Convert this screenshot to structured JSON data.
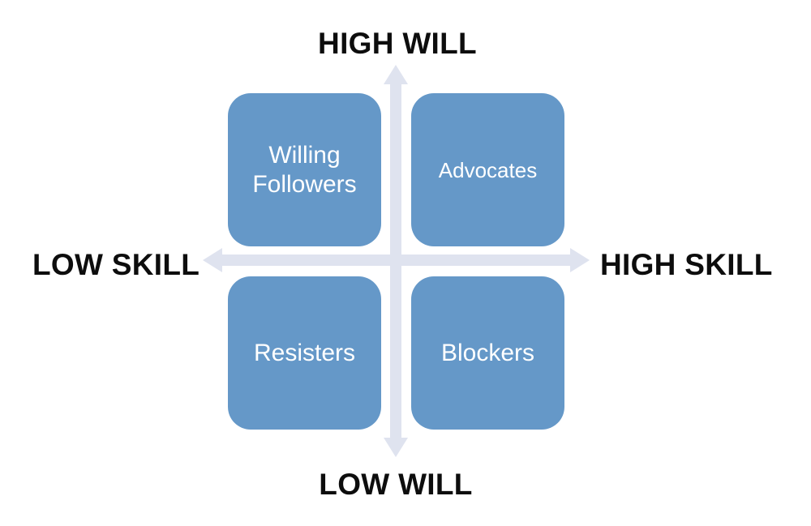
{
  "axes": {
    "top": "HIGH WILL",
    "bottom": "LOW WILL",
    "left": "LOW SKILL",
    "right": "HIGH SKILL",
    "color": "#dfe3ef"
  },
  "quadrants": {
    "color": "#6598c8",
    "top_left": "Willing Followers",
    "top_right": "Advocates",
    "bottom_left": "Resisters",
    "bottom_right": "Blockers"
  }
}
